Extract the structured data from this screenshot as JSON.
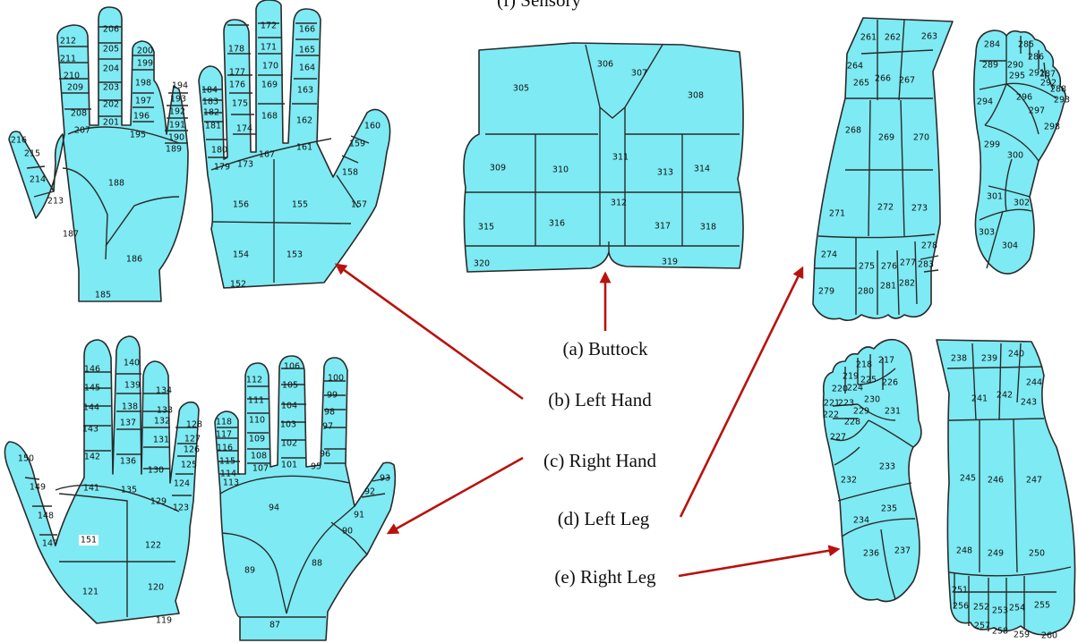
{
  "colors": {
    "region_fill": "#7eeaf3",
    "outline": "#2a2a2a",
    "arrow": "#b8120f"
  },
  "header_fragment": "(f) Sensory",
  "captions": {
    "buttock": "(a) Buttock",
    "left_hand": "(b) Left Hand",
    "right_hand": "(c) Right Hand",
    "left_leg": "(d) Left Leg",
    "right_leg": "(e) Right Leg"
  },
  "labels": {
    "buttock": [
      "305",
      "306",
      "307",
      "308",
      "309",
      "310",
      "311",
      "312",
      "313",
      "314",
      "315",
      "316",
      "317",
      "318",
      "319",
      "320"
    ],
    "left_hand_palm": [
      "185",
      "186",
      "187",
      "188",
      "195",
      "196",
      "197",
      "198",
      "199",
      "200",
      "201",
      "202",
      "203",
      "204",
      "205",
      "206",
      "207",
      "208",
      "209",
      "210",
      "211",
      "212",
      "213",
      "214",
      "215",
      "216",
      "189",
      "190",
      "191",
      "192",
      "193",
      "194"
    ],
    "left_hand_back": [
      "152",
      "153",
      "154",
      "155",
      "156",
      "157",
      "158",
      "159",
      "160",
      "161",
      "162",
      "163",
      "164",
      "165",
      "166",
      "167",
      "168",
      "169",
      "170",
      "171",
      "172",
      "173",
      "174",
      "175",
      "176",
      "177",
      "178",
      "179",
      "180",
      "181",
      "182",
      "183",
      "184"
    ],
    "right_hand_palm": [
      "119",
      "120",
      "121",
      "122",
      "123",
      "124",
      "125",
      "126",
      "127",
      "128",
      "129",
      "130",
      "131",
      "132",
      "133",
      "134",
      "135",
      "136",
      "137",
      "138",
      "139",
      "140",
      "141",
      "142",
      "143",
      "144",
      "145",
      "146",
      "147",
      "148",
      "149",
      "150",
      "151"
    ],
    "right_hand_back": [
      "87",
      "88",
      "89",
      "90",
      "91",
      "92",
      "93",
      "94",
      "95",
      "96",
      "97",
      "98",
      "99",
      "100",
      "101",
      "102",
      "103",
      "104",
      "105",
      "106",
      "107",
      "108",
      "109",
      "110",
      "111",
      "112",
      "113",
      "114",
      "115",
      "116",
      "117",
      "118"
    ],
    "left_leg_top": [
      "261",
      "262",
      "263",
      "264",
      "265",
      "266",
      "267",
      "268",
      "269",
      "270",
      "271",
      "272",
      "273",
      "274",
      "275",
      "276",
      "277",
      "278",
      "279",
      "280",
      "281",
      "282",
      "283"
    ],
    "left_leg_sole": [
      "284",
      "285",
      "286",
      "287",
      "288",
      "289",
      "290",
      "291",
      "292",
      "293",
      "294",
      "295",
      "296",
      "297",
      "298",
      "299",
      "300",
      "301",
      "302",
      "303",
      "304"
    ],
    "right_leg_sole": [
      "217",
      "218",
      "219",
      "220",
      "221",
      "222",
      "223",
      "224",
      "225",
      "226",
      "227",
      "228",
      "229",
      "230",
      "231",
      "232",
      "233",
      "234",
      "235",
      "236",
      "237"
    ],
    "right_leg_top": [
      "238",
      "239",
      "240",
      "241",
      "242",
      "243",
      "244",
      "245",
      "246",
      "247",
      "248",
      "249",
      "250",
      "251",
      "252",
      "253",
      "254",
      "255",
      "256",
      "257",
      "258",
      "259",
      "260"
    ]
  }
}
